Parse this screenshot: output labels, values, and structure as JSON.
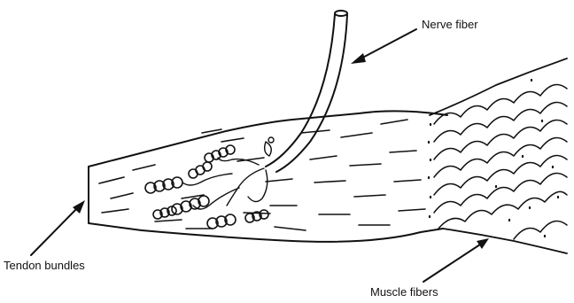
{
  "labels": {
    "nerve_fiber": "Nerve fiber",
    "tendon_bundles": "Tendon bundles",
    "muscle_fibers": "Muscle fibers"
  }
}
